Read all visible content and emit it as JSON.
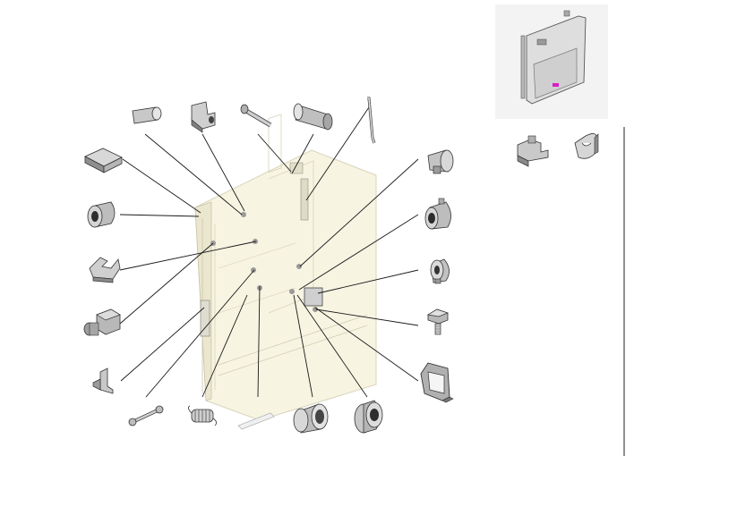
{
  "diagram": {
    "type": "exploded-parts-view",
    "colors": {
      "panel": "#f7f4e2",
      "panel_edge": "#c9c5aa",
      "part_light": "#d4d4d4",
      "part_mid": "#a9a9a9",
      "part_dark": "#555555",
      "leader": "#1a1a1a",
      "thumb_bg": "#f3f3f3",
      "highlight": "#d81ecb",
      "divider": "#222222"
    },
    "parts": [
      {
        "id": "pad",
        "icon": "block-pad-icon"
      },
      {
        "id": "tube-short",
        "icon": "tube-icon"
      },
      {
        "id": "bracket-block",
        "icon": "bracket-block-icon"
      },
      {
        "id": "shaft-pin",
        "icon": "shaft-pin-icon"
      },
      {
        "id": "roller-tube",
        "icon": "roller-tube-icon"
      },
      {
        "id": "bent-rod",
        "icon": "bent-rod-icon"
      },
      {
        "id": "bushing-left",
        "icon": "bushing-icon"
      },
      {
        "id": "clip-latch",
        "icon": "latch-clip-icon"
      },
      {
        "id": "sensor-box",
        "icon": "sensor-box-icon"
      },
      {
        "id": "l-bracket",
        "icon": "l-bracket-icon"
      },
      {
        "id": "axle-pin",
        "icon": "axle-pin-icon"
      },
      {
        "id": "spring",
        "icon": "spring-icon"
      },
      {
        "id": "label-strip",
        "icon": "label-strip-icon"
      },
      {
        "id": "bearing-bottom-1",
        "icon": "bearing-icon"
      },
      {
        "id": "bearing-bottom-2",
        "icon": "flanged-bearing-icon"
      },
      {
        "id": "knob",
        "icon": "knob-icon"
      },
      {
        "id": "bushing-right",
        "icon": "bushing-icon"
      },
      {
        "id": "gear-bushing",
        "icon": "gear-bushing-icon"
      },
      {
        "id": "screw",
        "icon": "screw-icon"
      },
      {
        "id": "frame-guide",
        "icon": "frame-guide-icon"
      },
      {
        "id": "side-clip",
        "icon": "side-clip-icon"
      },
      {
        "id": "hook",
        "icon": "hook-icon"
      }
    ],
    "locator": {
      "icon": "assembly-locator-icon"
    }
  }
}
